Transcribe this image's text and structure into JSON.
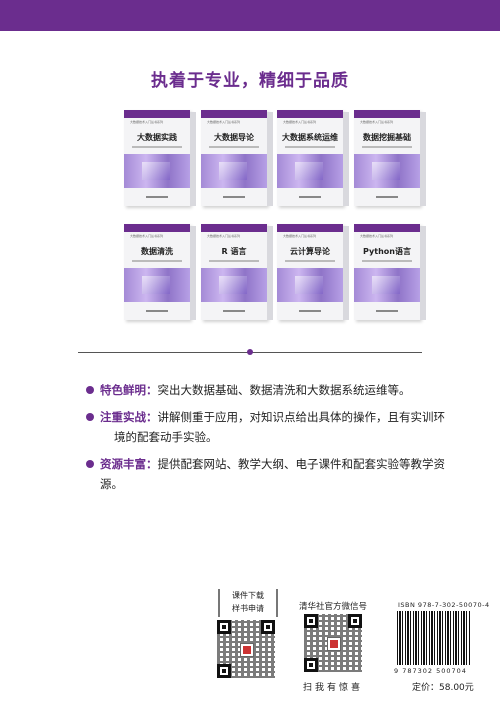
{
  "colors": {
    "accent": "#6b2d8e"
  },
  "slogan": "执着于专业，精细于品质",
  "books": [
    {
      "title": "大数据实践",
      "series": "大数据技术入门丛书系列"
    },
    {
      "title": "大数据导论",
      "series": "大数据技术入门丛书系列"
    },
    {
      "title": "大数据系统运维",
      "series": "大数据技术入门丛书系列"
    },
    {
      "title": "数据挖掘基础",
      "series": "大数据技术入门丛书系列"
    },
    {
      "title": "数据清洗",
      "series": "大数据技术入门丛书系列"
    },
    {
      "title": "R 语言",
      "series": "大数据技术入门丛书系列"
    },
    {
      "title": "云计算导论",
      "series": "大数据技术入门丛书系列"
    },
    {
      "title": "Python语言",
      "series": "大数据技术入门丛书系列"
    }
  ],
  "features": [
    {
      "label": "特色鲜明：",
      "text": "突出大数据基础、数据清洗和大数据系统运维等。",
      "cont": ""
    },
    {
      "label": "注重实战：",
      "text": "讲解侧重于应用，对知识点给出具体的操作，且有实训环",
      "cont": "境的配套动手实验。"
    },
    {
      "label": "资源丰富：",
      "text": "提供配套网站、教学大纲、电子课件和配套实验等教学资源。",
      "cont": ""
    }
  ],
  "download": {
    "line1": "课件下载",
    "line2": "样书申请"
  },
  "wechat": {
    "title": "清华社官方微信号",
    "caption": "扫我有惊喜"
  },
  "isbn": {
    "top": "ISBN 978-7-302-50070-4",
    "digits": "9 787302 500704"
  },
  "price": "定价：58.00元"
}
